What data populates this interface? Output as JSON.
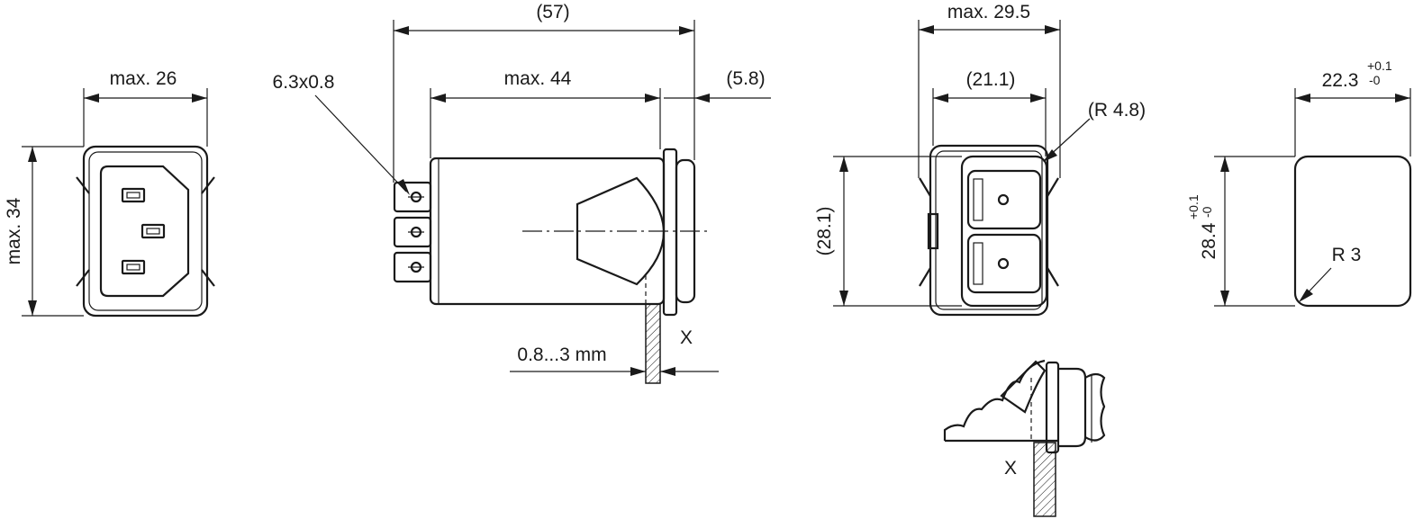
{
  "front_view": {
    "width_label": "max. 26",
    "height_label": "max. 34"
  },
  "side_view": {
    "overall_length_label": "(57)",
    "terminal_label": "6.3x0.8",
    "body_length_label": "max. 44",
    "flange_label": "(5.8)",
    "panel_thickness_label": "0.8...3 mm",
    "detail_ref_label": "X"
  },
  "rear_view": {
    "width_label": "max. 29.5",
    "inner_width_label": "(21.1)",
    "radius_label": "(R 4.8)",
    "height_label": "(28.1)"
  },
  "cutout_view": {
    "width_value": "22.3",
    "width_tol_plus": "+0.1",
    "width_tol_minus": "-0",
    "height_value": "28.4",
    "height_tol_plus": "+0.1",
    "height_tol_minus": "-0",
    "radius_label": "R 3"
  },
  "detail_x": {
    "label": "X"
  }
}
